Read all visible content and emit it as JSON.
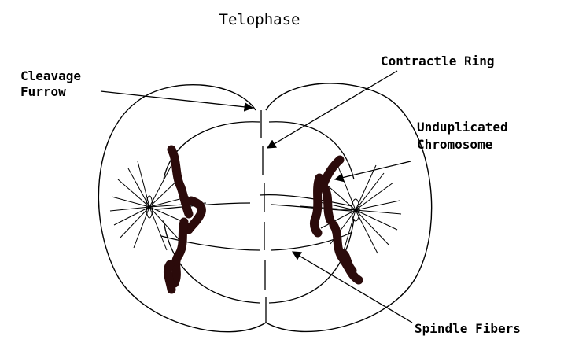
{
  "title": "Telophase",
  "labels": {
    "cleavage_furrow_line1": "Cleavage",
    "cleavage_furrow_line2": "Furrow",
    "contractile_ring": "Contractle Ring",
    "unduplicated_line1": "Unduplicated",
    "unduplicated_line2": "Chromosome",
    "spindle_fibers": "Spindle Fibers"
  },
  "colors": {
    "outline": "#000000",
    "chromosome": "#2b0b0b",
    "background": "#ffffff"
  }
}
